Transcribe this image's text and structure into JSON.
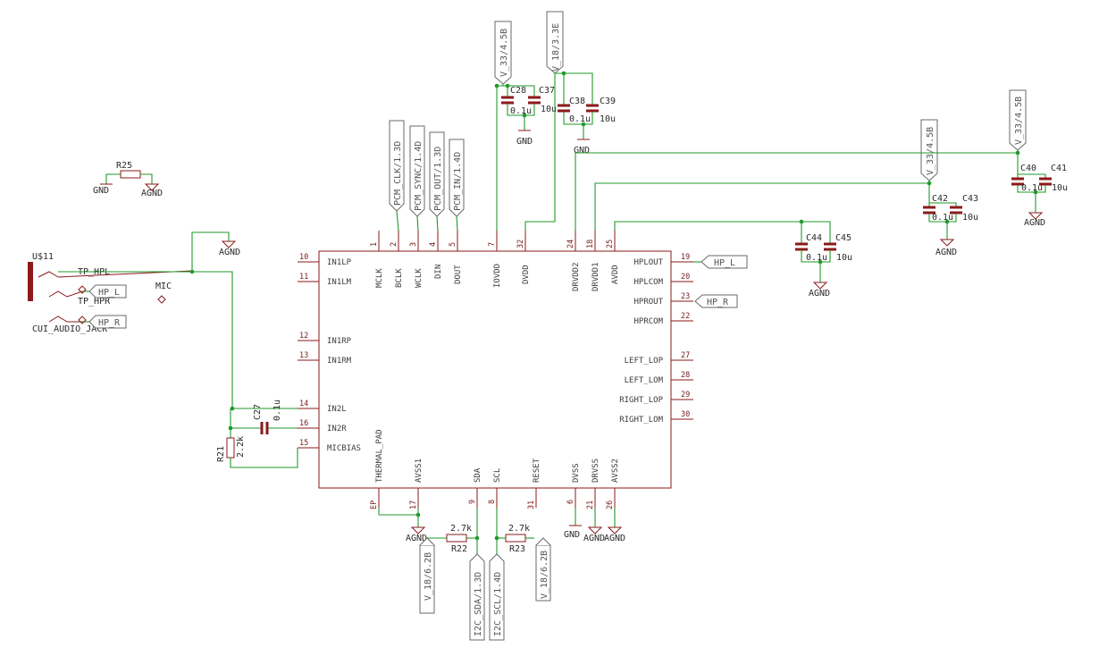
{
  "chip": {
    "left_pins": [
      {
        "name": "IN1LP",
        "num": "10"
      },
      {
        "name": "IN1LM",
        "num": "11"
      },
      {
        "name": "IN1RP",
        "num": "12"
      },
      {
        "name": "IN1RM",
        "num": "13"
      },
      {
        "name": "IN2L",
        "num": "14"
      },
      {
        "name": "IN2R",
        "num": "16"
      },
      {
        "name": "MICBIAS",
        "num": "15"
      }
    ],
    "right_pins": [
      {
        "name": "HPLOUT",
        "num": "19"
      },
      {
        "name": "HPLCOM",
        "num": "20"
      },
      {
        "name": "HPROUT",
        "num": "23"
      },
      {
        "name": "HPRCOM",
        "num": "22"
      },
      {
        "name": "LEFT_LOP",
        "num": "27"
      },
      {
        "name": "LEFT_LOM",
        "num": "28"
      },
      {
        "name": "RIGHT_LOP",
        "num": "29"
      },
      {
        "name": "RIGHT_LOM",
        "num": "30"
      }
    ],
    "top_pins": [
      {
        "name": "MCLK",
        "num": "1"
      },
      {
        "name": "BCLK",
        "num": "2"
      },
      {
        "name": "WCLK",
        "num": "3"
      },
      {
        "name": "DIN",
        "num": "4"
      },
      {
        "name": "DOUT",
        "num": "5"
      },
      {
        "name": "IOVDD",
        "num": "7"
      },
      {
        "name": "DVDD",
        "num": "32"
      },
      {
        "name": "DRVDD2",
        "num": "24"
      },
      {
        "name": "DRVDD1",
        "num": "18"
      },
      {
        "name": "AVDD",
        "num": "25"
      }
    ],
    "bottom_pins": [
      {
        "name": "THERMAL_PAD",
        "num": "EP"
      },
      {
        "name": "AVSS1",
        "num": "17"
      },
      {
        "name": "SDA",
        "num": "9"
      },
      {
        "name": "SCL",
        "num": "8"
      },
      {
        "name": "RESET",
        "num": "31"
      },
      {
        "name": "DVSS",
        "num": "6"
      },
      {
        "name": "DRVSS",
        "num": "21"
      },
      {
        "name": "AVSS2",
        "num": "26"
      }
    ]
  },
  "flags": {
    "pcm_clk": "PCM_CLK/1.3D",
    "pcm_sync": "PCM_SYNC/1.4D",
    "pcm_out": "PCM_OUT/1.3D",
    "pcm_in": "PCM_IN/1.4D",
    "v33_a": "V_33/4.5B",
    "v18_top": "V_18/3.3E",
    "v33_b": "V_33/4.5B",
    "v33_c": "V_33/4.5B",
    "hp_l": "HP_L",
    "hp_r": "HP_R",
    "hp_l2": "HP_L",
    "hp_r2": "HP_R",
    "v18_l": "V_18/6.2B",
    "v18_r": "V_18/6.2B",
    "i2c_sda": "I2C_SDA/1.3D",
    "i2c_scl": "I2C_SCL/1.4D"
  },
  "parts": {
    "r25": "R25",
    "r21": "R21",
    "r21_val": "2.2k",
    "r22": "R22",
    "r22_val": "2.7k",
    "r23": "R23",
    "r23_val": "2.7k",
    "c27": "C27",
    "c27_val": "0.1u",
    "c28": "C28",
    "c28_val": "0.1u",
    "c37": "C37",
    "c37_val": "10u",
    "c38": "C38",
    "c38_val": "0.1u",
    "c39": "C39",
    "c39_val": "10u",
    "c40": "C40",
    "c40_val": "0.1u",
    "c41": "C41",
    "c41_val": "10u",
    "c42": "C42",
    "c42_val": "0.1u",
    "c43": "C43",
    "c43_val": "10u",
    "c44": "C44",
    "c44_val": "0.1u",
    "c45": "C45",
    "c45_val": "10u",
    "jack": "U$11",
    "jack_name": "CUI_AUDIO_JACK",
    "tp_hpl": "TP_HPL",
    "tp_hpr": "TP_HPR",
    "mic": "MIC"
  },
  "grounds": {
    "gnd": "GND",
    "agnd": "AGND"
  }
}
